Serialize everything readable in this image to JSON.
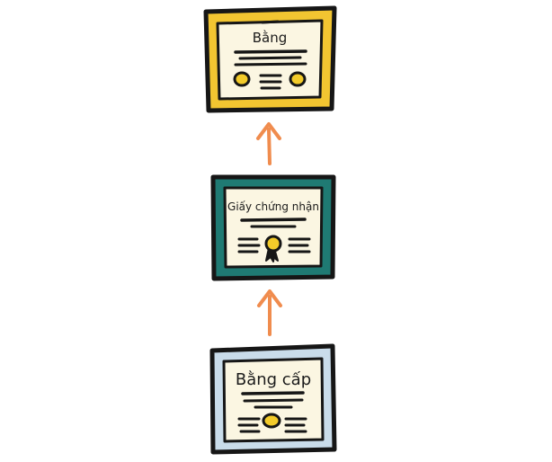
{
  "certificates": [
    {
      "id": "top",
      "title": "Bằng",
      "frame_color": "#f2c531",
      "seal": "double-gold-seals"
    },
    {
      "id": "middle",
      "title": "Giấy chứng nhận",
      "frame_color": "#1f7a73",
      "seal": "ribbon-rosette"
    },
    {
      "id": "bottom",
      "title": "Bằng cấp",
      "frame_color": "#c9dcea",
      "seal": "single-gold-seal"
    }
  ],
  "arrow_color": "#f08c4e",
  "paper_color": "#fbf6e2",
  "ink_color": "#161616",
  "seal_color": "#f3cb2a"
}
